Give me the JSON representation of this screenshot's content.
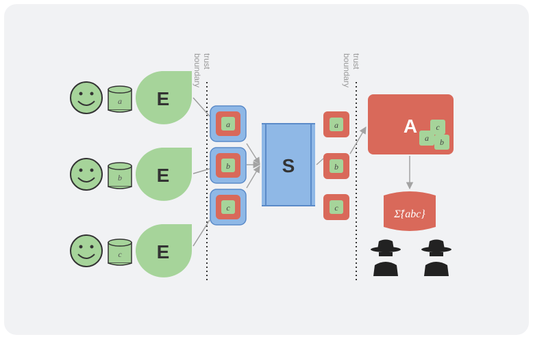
{
  "diagram": {
    "trust_label_left": [
      "trust",
      "boundary"
    ],
    "trust_label_right": [
      "trust",
      "boundary"
    ],
    "users": [
      {
        "encoder": "E",
        "data": "a"
      },
      {
        "encoder": "E",
        "data": "b"
      },
      {
        "encoder": "E",
        "data": "c"
      }
    ],
    "shuffler": "S",
    "shuffler_inputs": [
      "a",
      "b",
      "c"
    ],
    "shuffler_outputs": [
      "a",
      "b",
      "c"
    ],
    "analyzer": {
      "label": "A",
      "items": [
        "a",
        "c",
        "b"
      ]
    },
    "result": {
      "sum_symbol": "Σ̃",
      "sum_text": "{abc}"
    },
    "colors": {
      "green": "#a6d49a",
      "green_dark": "#6b8f63",
      "red": "#d9695a",
      "blue": "#8fb8e6",
      "blue_dark": "#5a8ac8",
      "gray": "#9c9c9c"
    }
  }
}
